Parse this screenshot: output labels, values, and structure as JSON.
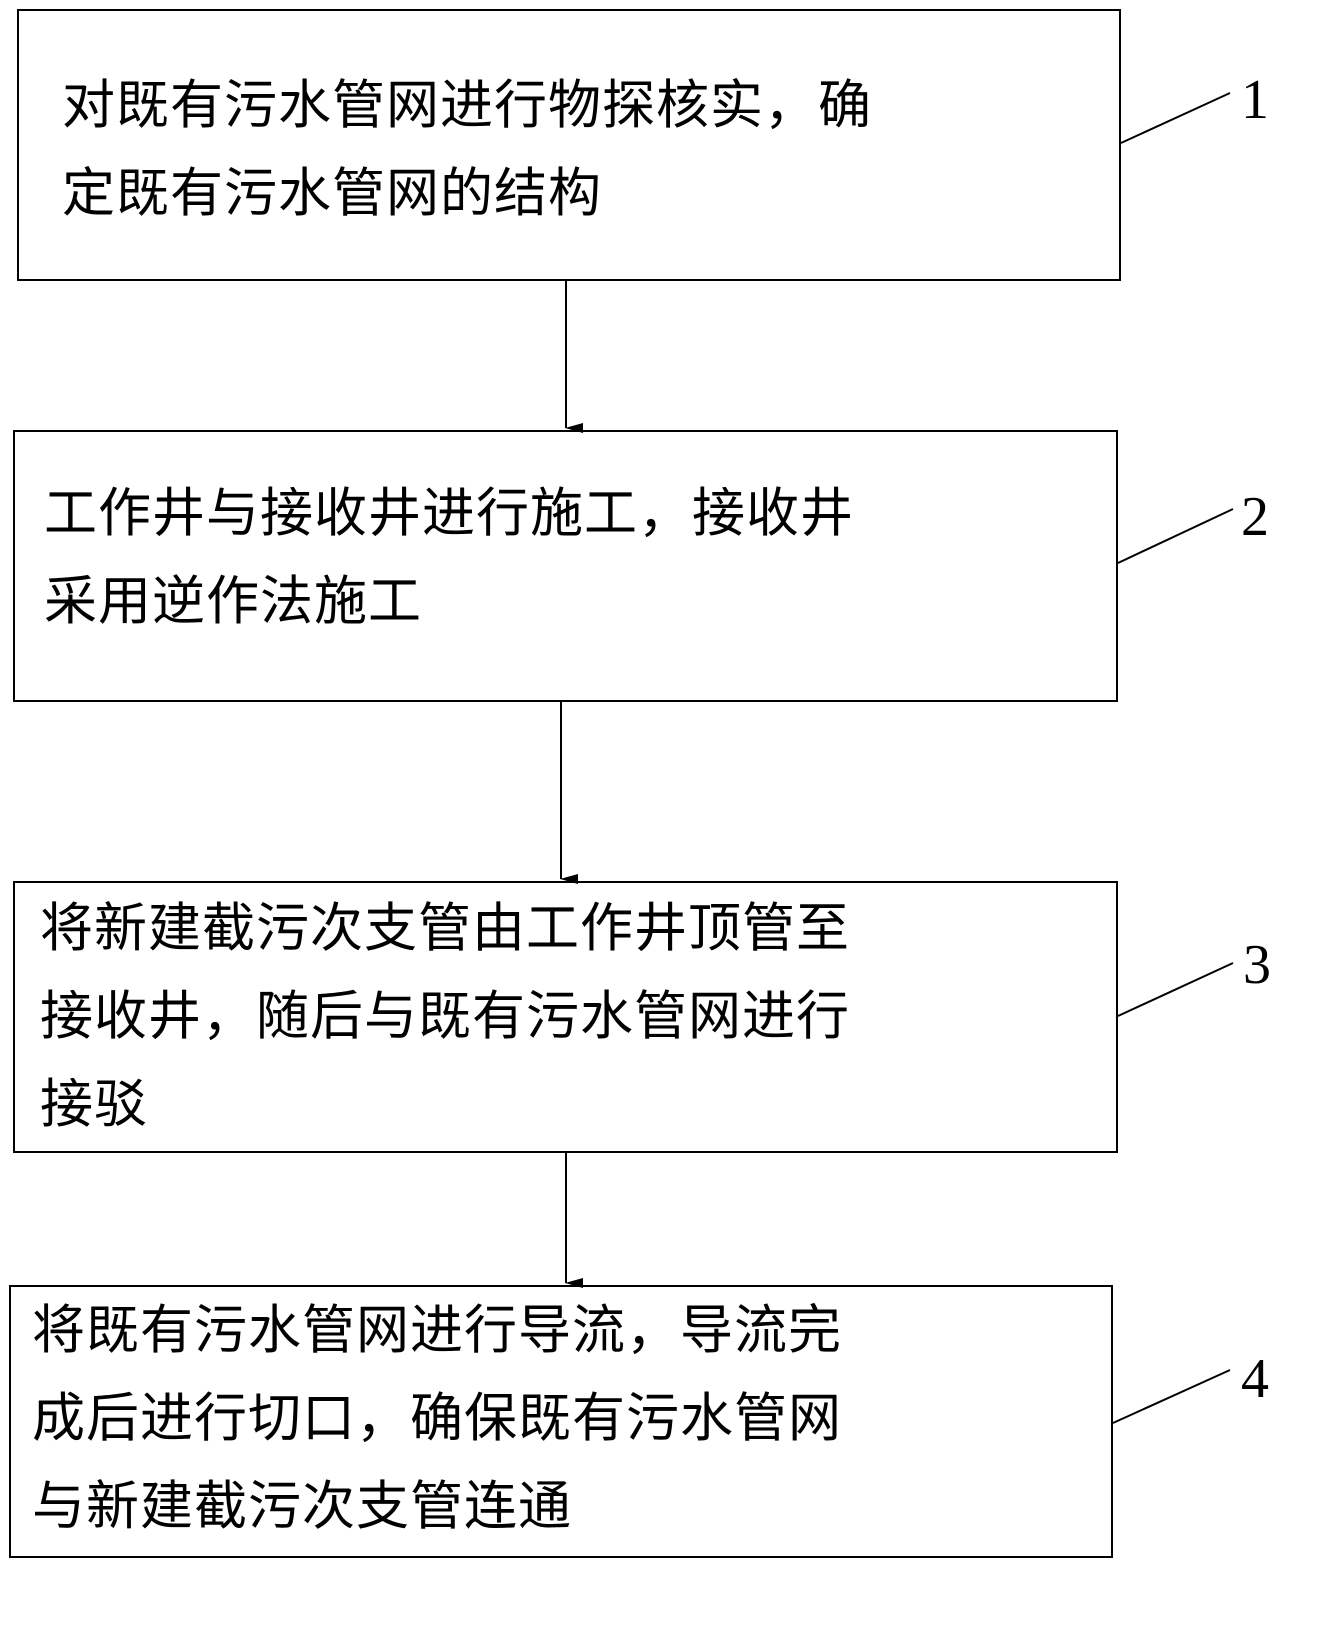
{
  "steps": [
    {
      "number": "1",
      "text": "对既有污水管网进行物探核实，确\n定既有污水管网的结构"
    },
    {
      "number": "2",
      "text": "工作井与接收井进行施工，接收井\n采用逆作法施工"
    },
    {
      "number": "3",
      "text": "将新建截污次支管由工作井顶管至\n接收井，随后与既有污水管网进行\n接驳"
    },
    {
      "number": "4",
      "text": "将既有污水管网进行导流，导流完\n成后进行切口，确保既有污水管网\n与新建截污次支管连通"
    }
  ]
}
